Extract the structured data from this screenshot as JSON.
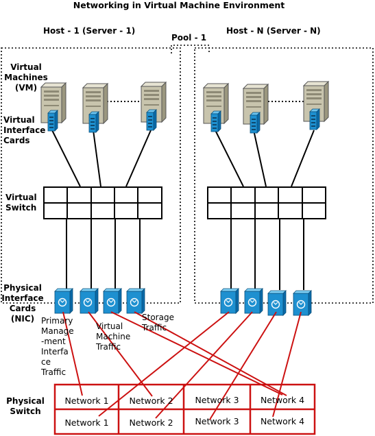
{
  "title": "Networking in Virtual Machine Environment",
  "hosts": [
    {
      "name": "Host - 1",
      "server": "(Server - 1)"
    },
    {
      "name": "Host - N",
      "server": "(Server - N)"
    }
  ],
  "pool_label": "Pool - 1",
  "left_labels": {
    "vm": [
      "Virtual",
      "Machines",
      "(VM)"
    ],
    "vic": [
      "Virtual",
      "Interface",
      "Cards"
    ],
    "vswitch": [
      "Virtual",
      "Switch"
    ],
    "nic": [
      "Physical",
      "Interface",
      "Cards",
      "(NIC)"
    ],
    "pswitch": [
      "Physical",
      "Switch"
    ]
  },
  "traffic_labels": {
    "mgmt": [
      "Primary",
      "Manage",
      "-ment",
      "Interfa",
      "ce",
      "Traffic"
    ],
    "vm": [
      "Virtual",
      "Machine",
      "Traffic"
    ],
    "storage": [
      "Storage",
      "Traffic"
    ]
  },
  "physical_switch": {
    "top_row": [
      "Network 1",
      "Network 2",
      "Network 3",
      "Network 4"
    ],
    "bottom_row": [
      "Network 1",
      "Network 2",
      "Network 3",
      "Network 4"
    ]
  },
  "colors": {
    "link": "#cc1111",
    "switch_border": "#cc1111",
    "nic": "#1e90d0",
    "server": "#c8c4ad"
  }
}
